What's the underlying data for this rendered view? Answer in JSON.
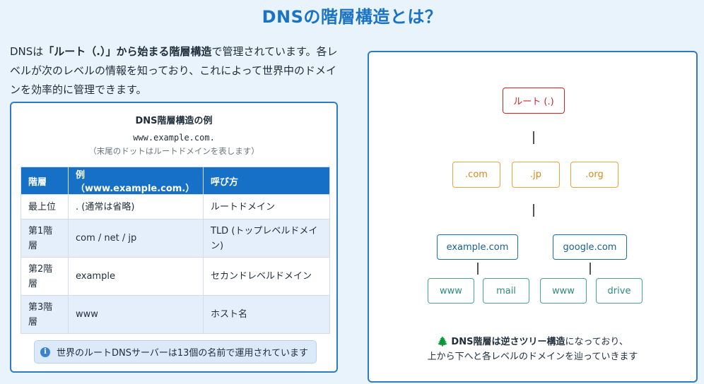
{
  "page": {
    "title": "DNSの階層構造とは？"
  },
  "intro": {
    "t1": "DNSは",
    "t2": "「ルート（.）」から始まる階層構造",
    "t3": "で管理されています。各レベルが次のレベルの情報を知っており、これによって世界中のドメインを効率的に管理できます。"
  },
  "example": {
    "title": "DNS階層構造の例",
    "domain": "www.example.com.",
    "note": "（末尾のドットはルートドメインを表します）",
    "headers": [
      "階層",
      "例（www.example.com.）",
      "呼び方"
    ],
    "rows": [
      [
        "最上位",
        ". (通常は省略)",
        "ルートドメイン"
      ],
      [
        "第1階層",
        "com / net / jp",
        "TLD (トップレベルドメイン)"
      ],
      [
        "第2階層",
        "example",
        "セカンドレベルドメイン"
      ],
      [
        "第3階層",
        "www",
        "ホスト名"
      ]
    ],
    "info_icon": "i",
    "info": "世界のルートDNSサーバーは13個の名前で運用されています"
  },
  "tree": {
    "root": "ルート (.)",
    "tlds": [
      ".com",
      ".jp",
      ".org"
    ],
    "slds": [
      "example.com",
      "google.com"
    ],
    "hosts": [
      "www",
      "mail",
      "www",
      "drive"
    ],
    "caption_icon": "🌲",
    "caption_bold": "DNS階層は逆さツリー構造",
    "caption_rest": "になっており、",
    "caption_line2": "上から下へと各レベルのドメインを辿っていきます"
  },
  "colors": {
    "accent": "#1b73c4",
    "root": "#c62828",
    "tld": "#e8a33a",
    "sld": "#1c6fa8",
    "host": "#48a69a"
  }
}
